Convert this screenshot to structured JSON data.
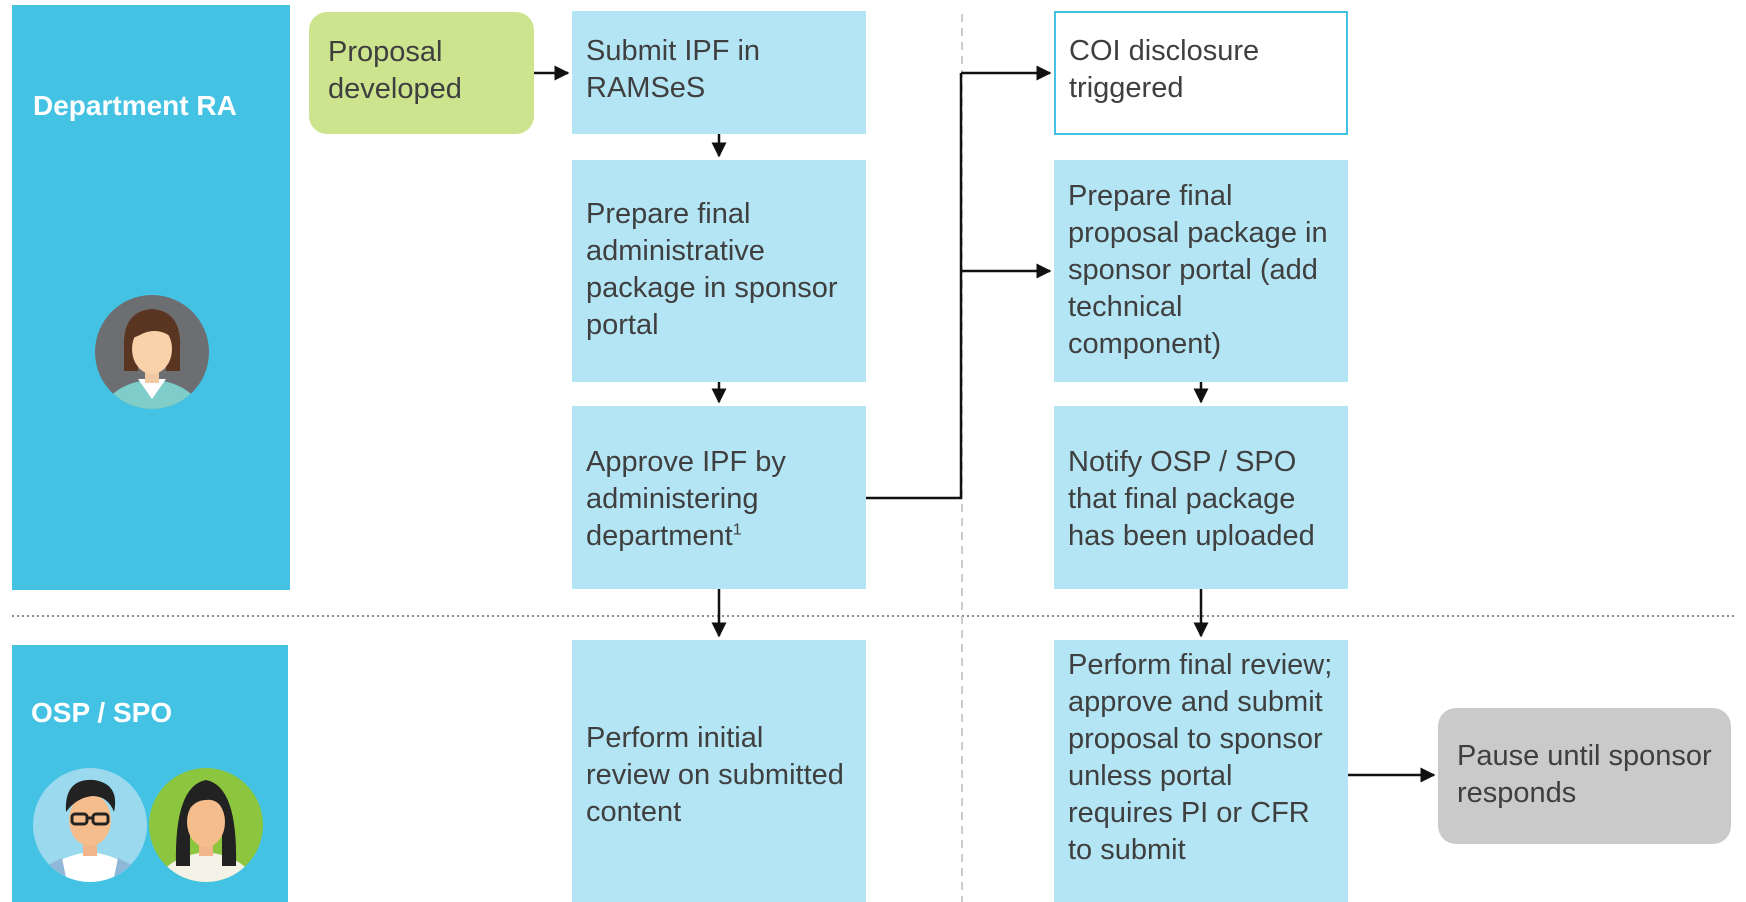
{
  "lanes": {
    "department": {
      "title": "Department RA"
    },
    "osp": {
      "title": "OSP / SPO"
    }
  },
  "nodes": {
    "proposal_developed": "Proposal developed",
    "submit_ipf": "Submit IPF in RAMSeS",
    "prepare_admin": "Prepare final administrative package in sponsor portal",
    "approve_ipf": "Approve IPF by administering department",
    "approve_ipf_footnote": "1",
    "coi_disclosure": "COI disclosure triggered",
    "prepare_final_proposal": "Prepare final proposal package in sponsor portal (add technical component)",
    "notify_osp": "Notify OSP / SPO that final package has been uploaded",
    "initial_review": "Perform initial review on submitted content",
    "final_review": "Perform final review; approve and submit proposal to sponsor unless portal requires PI or CFR to submit",
    "pause": "Pause until sponsor responds"
  },
  "icons": {
    "department_avatar": "woman-avatar-icon",
    "osp_avatar_1": "man-with-glasses-avatar-icon",
    "osp_avatar_2": "woman-avatar-icon"
  },
  "colors": {
    "lane": "#43c2e4",
    "process": "#b3e5f4",
    "start": "#cce48e",
    "end": "#cacaca",
    "text": "#3f3f3f"
  }
}
